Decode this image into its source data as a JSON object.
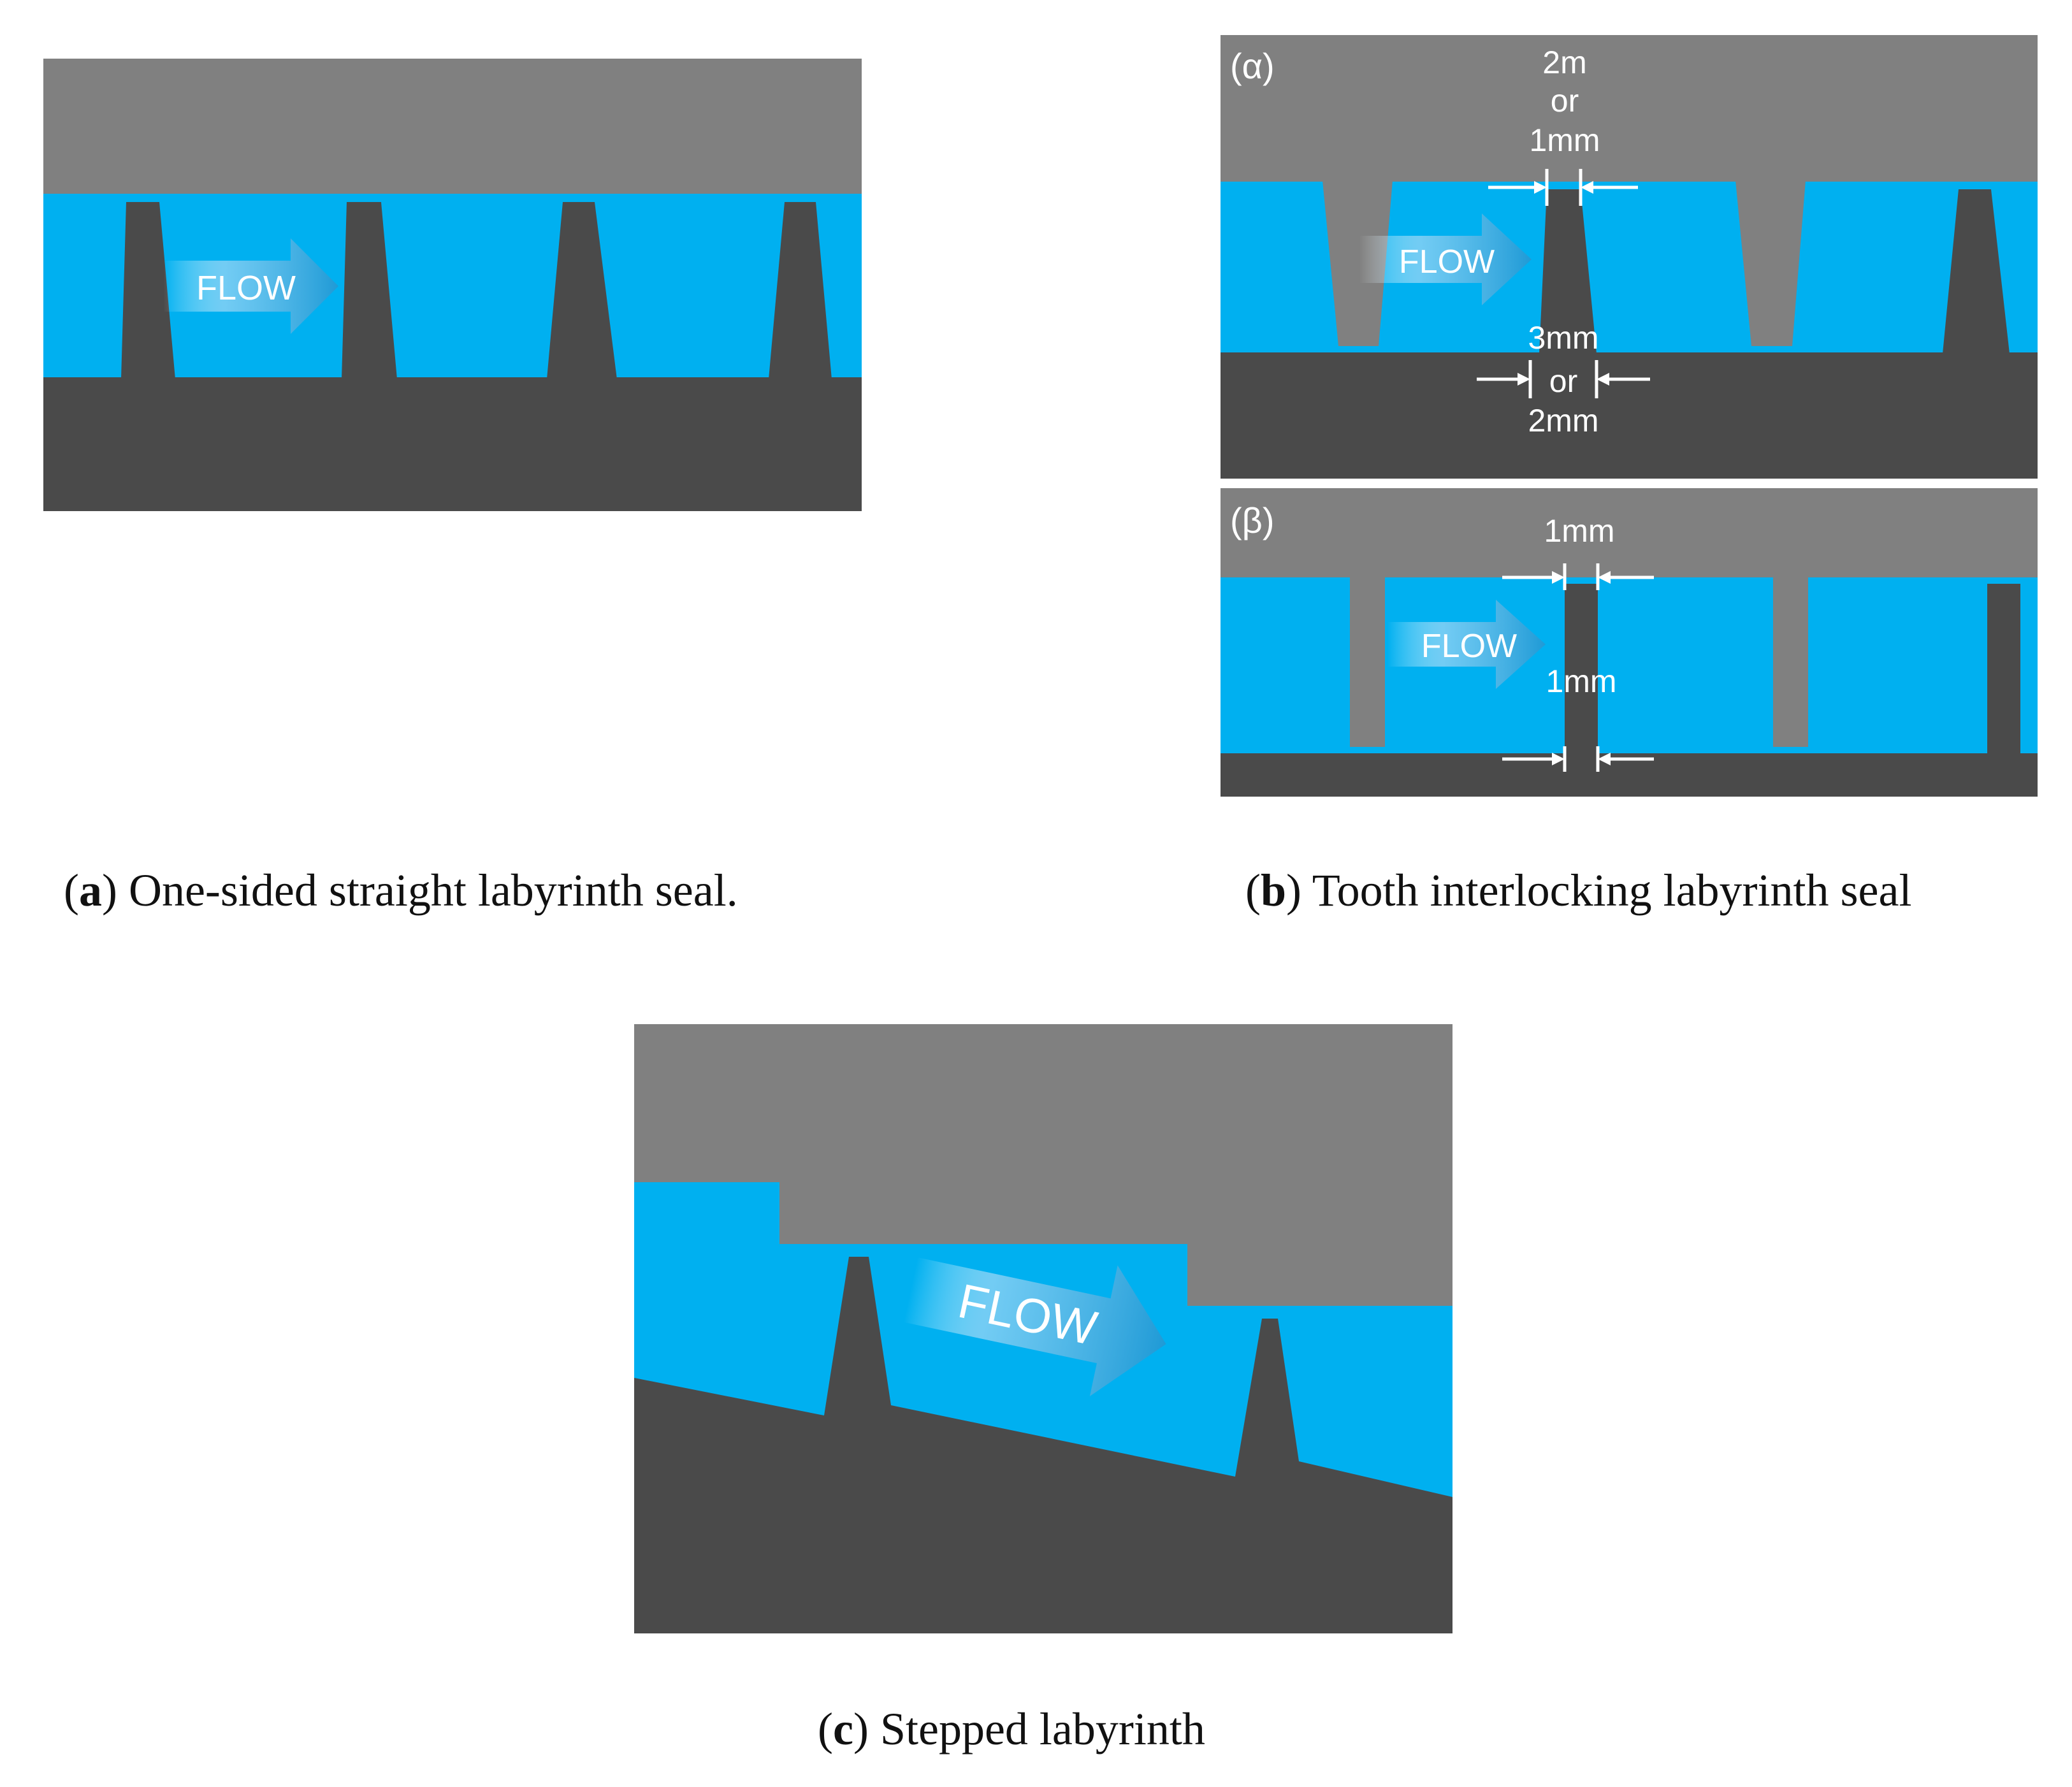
{
  "colors": {
    "housing": "#808080",
    "rotor": "#4a4a4a",
    "fluid": "#00b0f0",
    "arrow": "#1f9ad6",
    "label": "#ffffff"
  },
  "panel_a": {
    "flow_label": "FLOW",
    "caption": {
      "letter": "a",
      "text": "One-sided straight labyrinth seal."
    }
  },
  "panel_b": {
    "alpha": {
      "tag": "(α)",
      "flow_label": "FLOW",
      "top_dim": [
        "2m",
        "or",
        "1mm"
      ],
      "bottom_dim": [
        "3mm",
        "or",
        "2mm"
      ]
    },
    "beta": {
      "tag": "(β)",
      "flow_label": "FLOW",
      "top_dim": "1mm",
      "bottom_dim": "1mm"
    },
    "caption": {
      "letter": "b",
      "text": "Tooth interlocking labyrinth seal"
    }
  },
  "panel_c": {
    "flow_label": "FLOW",
    "caption": {
      "letter": "c",
      "text": "Stepped labyrinth"
    }
  }
}
